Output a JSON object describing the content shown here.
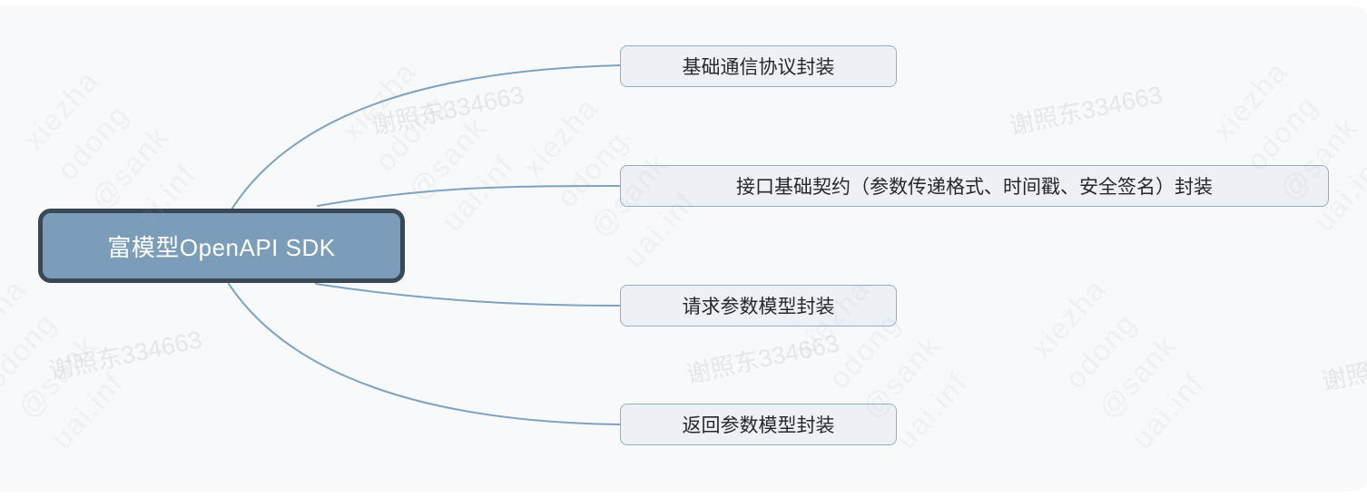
{
  "diagram": {
    "root": {
      "label": "富模型OpenAPI SDK"
    },
    "children": [
      {
        "label": "基础通信协议封装"
      },
      {
        "label": "接口基础契约（参数传递格式、时间戳、安全签名）封装"
      },
      {
        "label": "请求参数模型封装"
      },
      {
        "label": "返回参数模型封装"
      }
    ]
  },
  "watermarks": {
    "user_id": "谢照东334663",
    "email_lines": [
      "xiezha",
      "odong",
      "@sank",
      "uai.inf"
    ]
  },
  "colors": {
    "canvas_background": "#f8f9fa",
    "root_fill": "#7c9db9",
    "root_border": "#3b4754",
    "root_text": "#ffffff",
    "child_fill": "#edf1f6",
    "child_border": "#8faecb",
    "child_text": "#232830",
    "connector": "#7da3c1",
    "watermark_text": "#e9ebee"
  }
}
